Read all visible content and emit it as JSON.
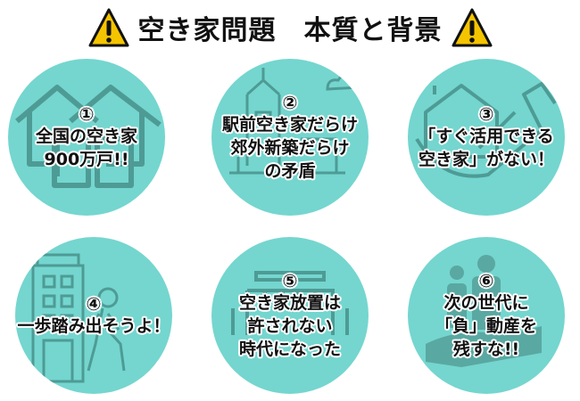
{
  "header": {
    "title": "空き家問題　本質と背景",
    "left_icon": "warning-icon",
    "right_icon": "warning-icon",
    "warning_color": "#f5c400"
  },
  "colors": {
    "circle_fill": "#74d6cf",
    "illustration_stroke": "#4e9b95",
    "text": "#111111",
    "text_outline": "#ffffff"
  },
  "cards": [
    {
      "num": "①",
      "lines": [
        "全国の空き家",
        "900万戸!!"
      ],
      "icon": "houses-icon"
    },
    {
      "num": "②",
      "lines": [
        "駅前空き家だらけ",
        "郊外新築だらけ",
        "の矛盾"
      ],
      "icon": "town-icon"
    },
    {
      "num": "③",
      "lines": [
        "「すぐ活用できる",
        "空き家」がない！"
      ],
      "icon": "house-in-hand-icon"
    },
    {
      "num": "④",
      "lines": [
        "一歩踏み出そうよ！"
      ],
      "icon": "walking-person-building-icon"
    },
    {
      "num": "⑤",
      "lines": [
        "空き家放置は",
        "許されない",
        "時代になった"
      ],
      "icon": "building-icon"
    },
    {
      "num": "⑥",
      "lines": [
        "次の世代に",
        "「負」動産を",
        "残すな!!"
      ],
      "icon": "family-hand-icon"
    }
  ]
}
